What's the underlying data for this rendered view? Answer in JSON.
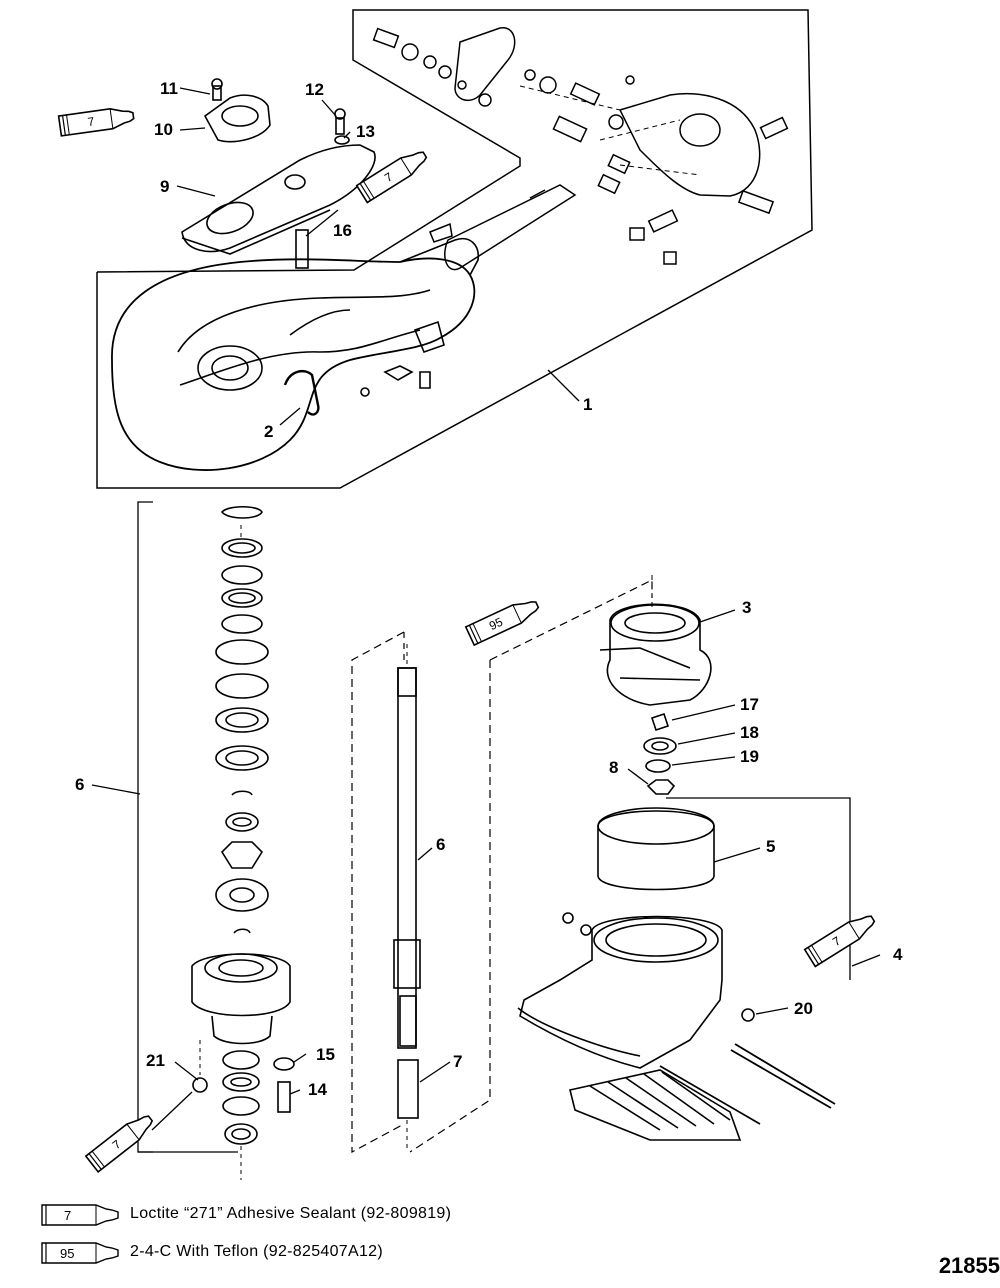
{
  "callouts": {
    "n1": "1",
    "n2": "2",
    "n3": "3",
    "n4": "4",
    "n5": "5",
    "n6a": "6",
    "n6b": "6",
    "n7a": "7",
    "n8": "8",
    "n9": "9",
    "n10": "10",
    "n11": "11",
    "n12": "12",
    "n13": "13",
    "n14": "14",
    "n15": "15",
    "n16": "16",
    "n17": "17",
    "n18": "18",
    "n19": "19",
    "n20": "20",
    "n21": "21"
  },
  "tube_labels": {
    "t1": "7",
    "t2": "7",
    "t3": "95",
    "t4": "7",
    "t5": "7"
  },
  "legend": [
    {
      "tube": "7",
      "text": "Loctite “271” Adhesive Sealant (92-809819)"
    },
    {
      "tube": "95",
      "text": "2-4-C  With Teflon (92-825407A12)"
    }
  ],
  "reference_number": "21855"
}
